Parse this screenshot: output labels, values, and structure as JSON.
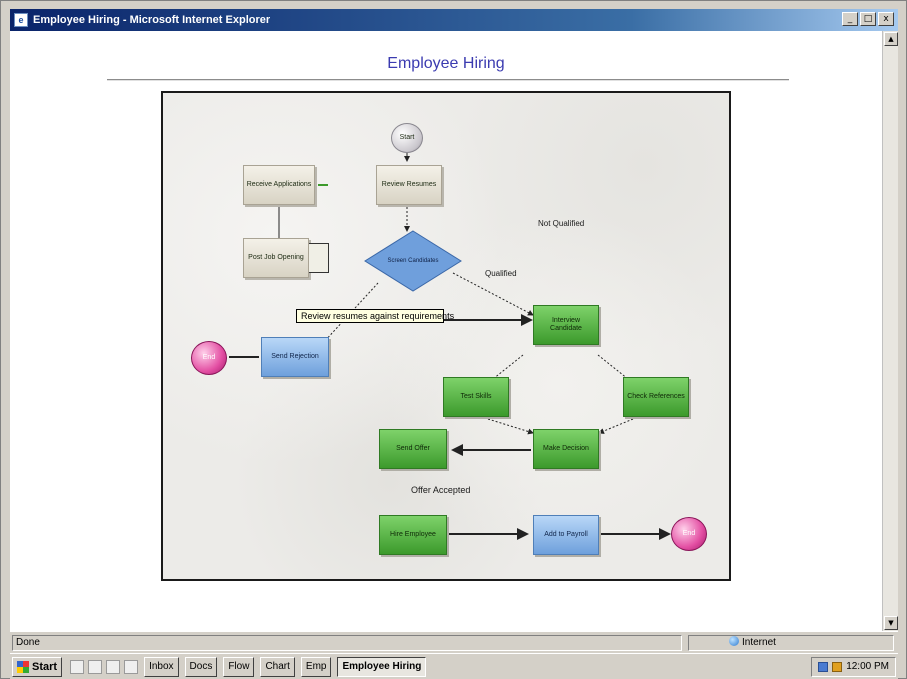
{
  "window": {
    "title": "Employee Hiring - Microsoft Internet Explorer",
    "buttons": {
      "minimize": "_",
      "maximize": "□",
      "close": "x"
    }
  },
  "page": {
    "heading": "Employee Hiring"
  },
  "diagram": {
    "nodes": {
      "start_top": "Start",
      "post_position": "Post Job Opening",
      "receive_applications": "Receive Applications",
      "review_resumes": "Review Resumes",
      "screen_decision": "Screen Candidates",
      "interview": "Interview Candidate",
      "check_references": "Check References",
      "test_skills": "Test Skills",
      "make_decision": "Make Decision",
      "send_offer": "Send Offer",
      "reject_letter": "Send Rejection",
      "hire_employee": "Hire Employee",
      "add_to_payroll": "Add to Payroll",
      "end_left": "End",
      "end_right": "End"
    },
    "labels": {
      "not_qualified": "Not Qualified",
      "qualified": "Qualified",
      "yes_accepted": "Offer Accepted"
    },
    "tooltip": "Review resumes against requirements"
  },
  "statusbar": {
    "left_text": "Done",
    "zone": "Internet"
  },
  "taskbar": {
    "start": "Start",
    "tasks": [
      {
        "label": "Inbox",
        "active": false
      },
      {
        "label": "Docs",
        "active": false
      },
      {
        "label": "Flow",
        "active": false
      },
      {
        "label": "Chart",
        "active": false
      },
      {
        "label": "Emp",
        "active": false
      },
      {
        "label": "Employee Hiring",
        "active": true
      }
    ],
    "clock": "12:00 PM"
  }
}
